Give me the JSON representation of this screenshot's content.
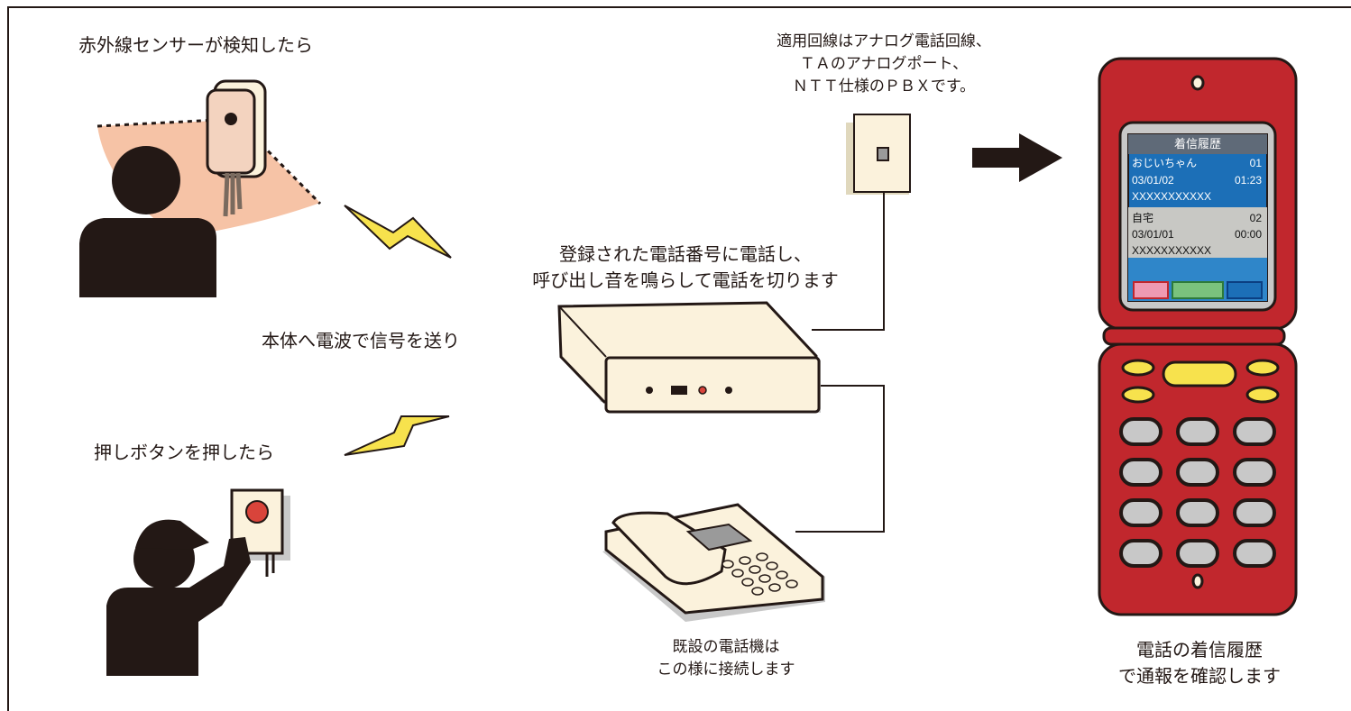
{
  "captions": {
    "ir_sensor": "赤外線センサーが検知したら",
    "push_button": "押しボタンを押したら",
    "radio": "本体へ電波で信号を送り",
    "dial_1": "登録された電話番号に電話し、",
    "dial_2": "呼び出し音を鳴らして電話を切ります",
    "line_1": "適用回線はアナログ電話回線、",
    "line_2": "ＴＡのアナログポート、",
    "line_3": "ＮＴＴ仕様のＰＢＸです。",
    "phone_1": "既設の電話機は",
    "phone_2": "この様に接続します",
    "mobile_1": "電話の着信履歴",
    "mobile_2": "で通報を確認します"
  },
  "screen": {
    "title": "着信履歴",
    "entry1_name": "おじいちゃん",
    "entry1_num": "01",
    "entry1_date": "03/01/02",
    "entry1_time": "01:23",
    "entry1_phone": "XXXXXXXXXXX",
    "entry2_name": "自宅",
    "entry2_num": "02",
    "entry2_date": "03/01/01",
    "entry2_time": "00:00",
    "entry2_phone": "XXXXXXXXXXX"
  },
  "colors": {
    "phone_body": "#c1272d",
    "beam": "#f6c3a6",
    "sensor": "#f3d3bf",
    "device": "#fbf2dc",
    "bolt": "#f7e24d",
    "screen_blue": "#1c6fb7",
    "screen_grey": "#c8c8c4",
    "screen_header": "#5f6a78"
  }
}
